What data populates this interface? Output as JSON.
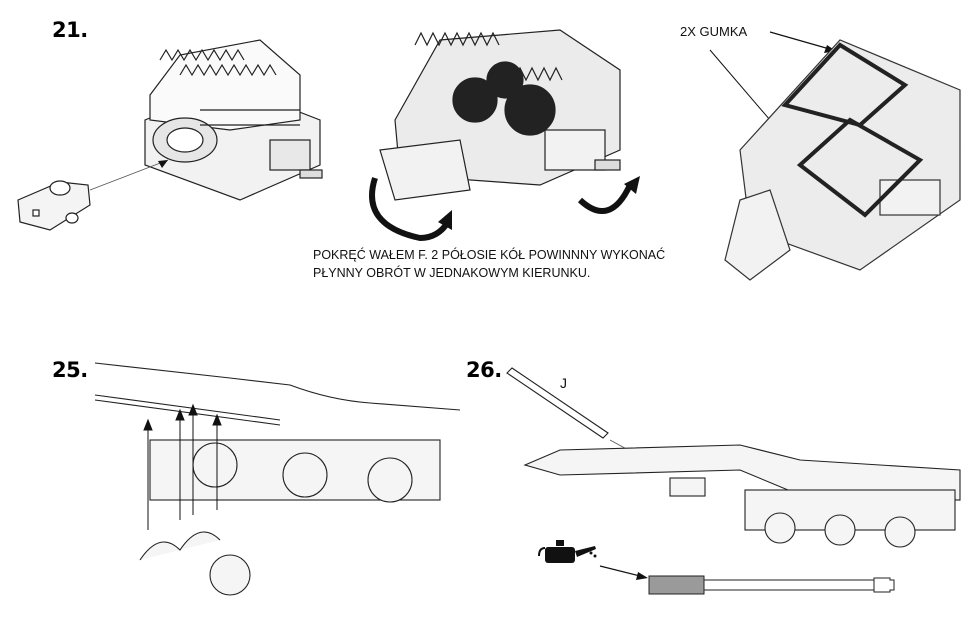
{
  "document": {
    "type": "assembly-instructions",
    "steps": [
      {
        "number": "21.",
        "illustration": "gearbox-with-coupler-insertion"
      },
      {
        "number": "25.",
        "illustration": "track-frame-link-assembly"
      },
      {
        "number": "26.",
        "illustration": "axle-J-insertion-with-oiling"
      }
    ],
    "middle_illustration": {
      "caption_line1": "POKRĘĆ WAŁEM F. 2 PÓŁOSIE KÓŁ POWINNNY WYKONAĆ",
      "caption_line2": "PŁYNNY OBRÓT W JEDNAKOWYM KIERUNKU.",
      "icons": [
        "rotate-arrow-left",
        "rotate-arrow-right"
      ]
    },
    "right_illustration": {
      "label": "2X GUMKA",
      "icons": [
        "rubber-band"
      ]
    },
    "step26_part_label": "J",
    "step26_icons": [
      "oil-can",
      "axle-rod"
    ],
    "colors": {
      "ink": "#111111",
      "part_fill": "#d9d9d9",
      "gear_dark": "#222222",
      "band": "#333333"
    }
  }
}
